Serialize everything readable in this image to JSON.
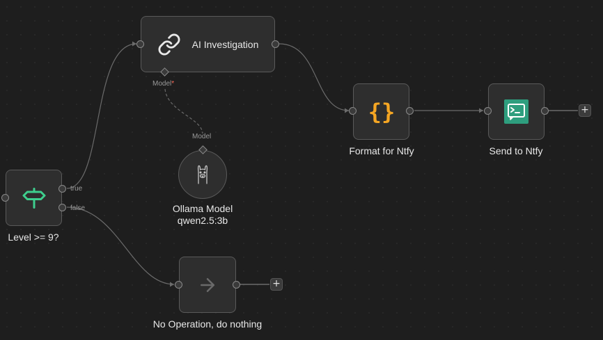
{
  "nodes": {
    "ai_investigation": {
      "label": "AI Investigation",
      "icon": "link-icon",
      "port_model_label": "Model",
      "port_required_mark": "*"
    },
    "format_for_ntfy": {
      "label": "Format for Ntfy",
      "icon": "braces-icon",
      "icon_color": "#f5a623"
    },
    "send_to_ntfy": {
      "label": "Send to Ntfy",
      "icon": "terminal-icon",
      "icon_bg": "#2e9e7e"
    },
    "level_check": {
      "label": "Level >= 9?",
      "icon": "signpost-icon",
      "icon_color": "#3ecf8e",
      "output_true": "true",
      "output_false": "false"
    },
    "ollama_model": {
      "label_line1": "Ollama Model",
      "label_line2": "qwen2.5:3b",
      "icon": "llama-icon",
      "port_model_label": "Model"
    },
    "no_operation": {
      "label": "No Operation, do nothing",
      "icon": "arrow-right-icon"
    }
  },
  "add_button_label": "+",
  "colors": {
    "canvas_bg": "#1e1e1e",
    "node_bg": "#2e2e2e",
    "node_border": "#5a5a5a",
    "edge": "#6b6b6b"
  }
}
